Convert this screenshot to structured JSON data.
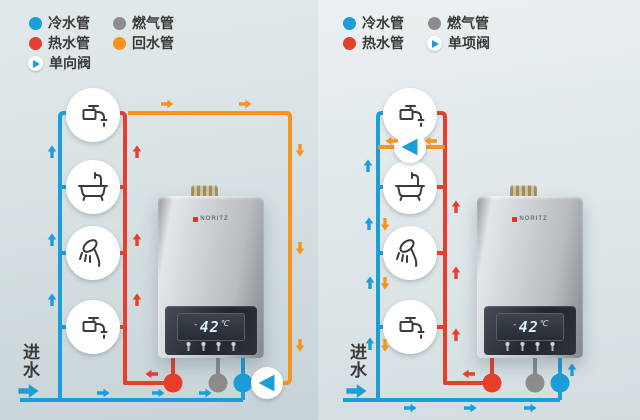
{
  "colors": {
    "cold_pipe": "#1b9ed9",
    "hot_pipe": "#e6402c",
    "gas_pipe": "#8c8c8c",
    "return_pipe": "#f6941d",
    "background_left": "#d6e0e3",
    "background_right": "#dfe7ea"
  },
  "left_diagram": {
    "legend": [
      {
        "label": "冷水管",
        "swatch": "cold"
      },
      {
        "label": "燃气管",
        "swatch": "gas"
      },
      {
        "label": "热水管",
        "swatch": "hot"
      },
      {
        "label": "回水管",
        "swatch": "return"
      },
      {
        "label": "单向阀",
        "swatch": "check-valve"
      }
    ],
    "inlet_label": "进水",
    "fixtures": [
      "faucet",
      "bathtub",
      "shower",
      "faucet"
    ],
    "heater": {
      "brand": "NORITZ",
      "display_prefix": "-",
      "display_value": "42",
      "display_unit": "℃"
    }
  },
  "right_diagram": {
    "legend": [
      {
        "label": "冷水管",
        "swatch": "cold"
      },
      {
        "label": "燃气管",
        "swatch": "gas"
      },
      {
        "label": "热水管",
        "swatch": "hot"
      },
      {
        "label": "单项阀",
        "swatch": "check-valve"
      }
    ],
    "inlet_label": "进水",
    "fixtures": [
      "faucet",
      "bathtub",
      "shower",
      "faucet"
    ],
    "heater": {
      "brand": "NORITZ",
      "display_prefix": "-",
      "display_value": "42",
      "display_unit": "℃"
    }
  }
}
